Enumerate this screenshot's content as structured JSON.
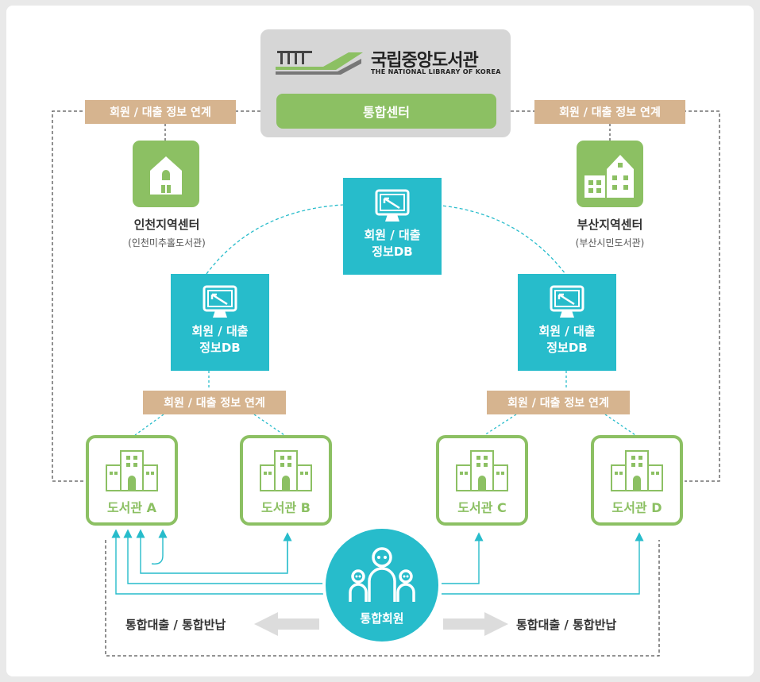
{
  "hub": {
    "logo_korean": "국립중앙도서관",
    "logo_english": "THE NATIONAL LIBRARY OF KOREA",
    "center_label": "통합센터"
  },
  "link_label": "회원 / 대출 정보 연계",
  "regions": {
    "left": {
      "name": "인천지역센터",
      "sub": "(인천미추홀도서관)"
    },
    "right": {
      "name": "부산지역센터",
      "sub": "(부산시민도서관)"
    }
  },
  "databases": {
    "line1": "회원 / 대출",
    "line2": "정보DB"
  },
  "libraries": [
    "도서관 A",
    "도서관 B",
    "도서관 C",
    "도서관 D"
  ],
  "member": {
    "label": "통합회원"
  },
  "flow": {
    "left": "통합대출 / 통합반납",
    "right": "통합대출 / 통합반납"
  },
  "colors": {
    "green": "#8cc063",
    "teal": "#27bccb",
    "tan": "#d6b48f",
    "hub_gray": "#d6d6d6"
  }
}
